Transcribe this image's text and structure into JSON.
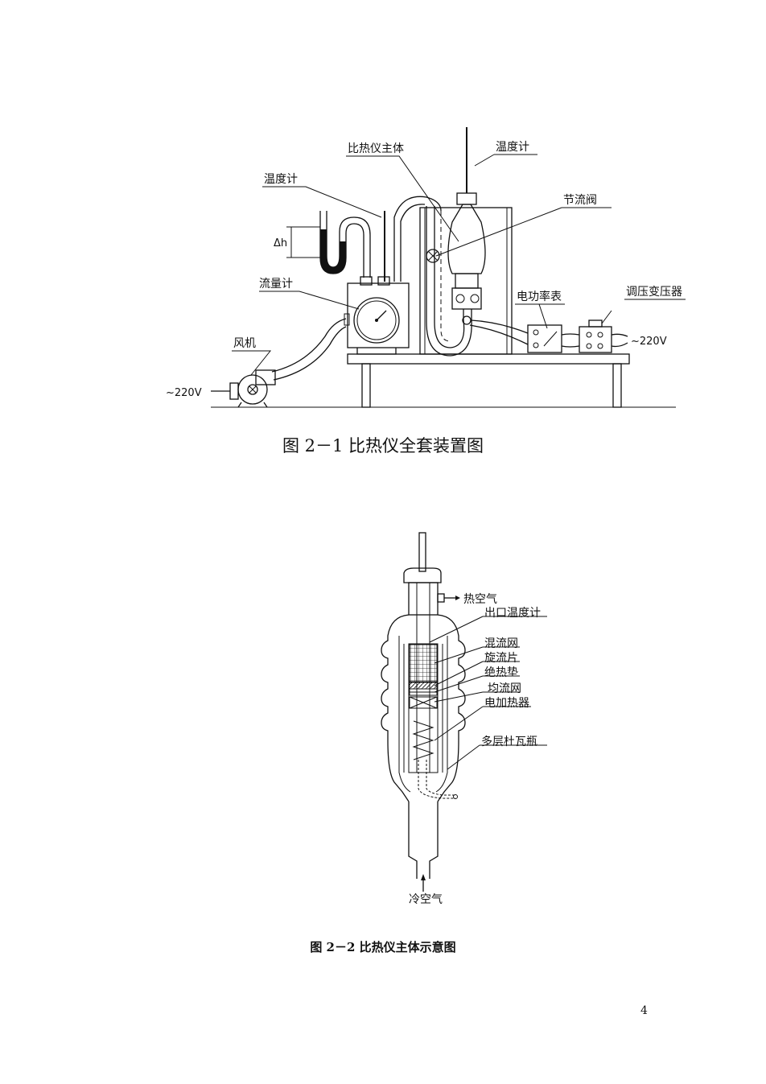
{
  "figure1": {
    "labels": {
      "main_body": "比热仪主体",
      "thermometer_top": "温度计",
      "thermometer_left": "温度计",
      "throttle_valve": "节流阀",
      "delta_h": "Δh",
      "flowmeter": "流量计",
      "power_meter": "电功率表",
      "voltage_regulator": "调压变压器",
      "fan": "风机",
      "voltage_left": "~220V",
      "voltage_right": "~220V"
    },
    "caption": "图 2－1    比热仪全套装置图"
  },
  "figure2": {
    "labels": {
      "hot_air": "热空气",
      "outlet_thermometer": "出口温度计",
      "mixing_mesh": "混流网",
      "swirl_plate": "旋流片",
      "insulation_pad": "绝热垫",
      "uniform_mesh": "均流网",
      "electric_heater": "电加热器",
      "dewar_flask": "多层杜瓦瓶",
      "cold_air": "冷空气"
    },
    "caption": "图 2－2 比热仪主体示意图"
  },
  "page_number": "4"
}
